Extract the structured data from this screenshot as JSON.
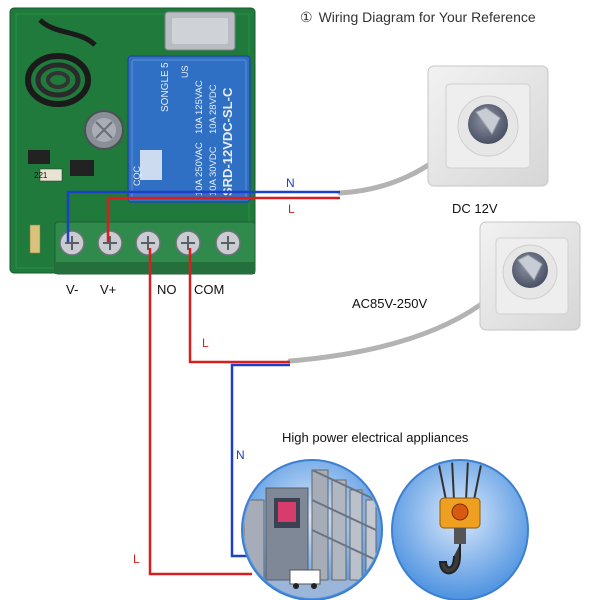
{
  "title": {
    "marker": "①",
    "text": "Wiring Diagram for Your Reference"
  },
  "relay_board": {
    "relay_text": [
      "SONGLE",
      "SRD-12VDC-SL-C",
      "10A 250VAC",
      "10A 125VAC",
      "10A 30VDC",
      "10A 28VDC"
    ],
    "relay_pin": "5",
    "relay_marks": [
      "US",
      "CQC"
    ],
    "component_label": "221",
    "terminals": [
      "V-",
      "V+",
      "NO",
      "COM"
    ]
  },
  "sources": {
    "dc": "DC 12V",
    "ac": "AC85V-250V"
  },
  "wire_labels": {
    "n_dc": "N",
    "l_dc": "L",
    "l_ac": "L",
    "n_ac": "N",
    "l_load": "L"
  },
  "appliances_label": "High power electrical appliances",
  "colors": {
    "neutral_wire": "#1e3fc7",
    "live_wire": "#d62020",
    "pcb": "#1f7a3c",
    "relay": "#2f6fc4",
    "terminal": "#2f8a4c"
  },
  "icons": [
    "relay-board-image",
    "wall-socket-dc-image",
    "wall-socket-ac-image",
    "gate-appliance-image",
    "crane-hook-appliance-image"
  ]
}
